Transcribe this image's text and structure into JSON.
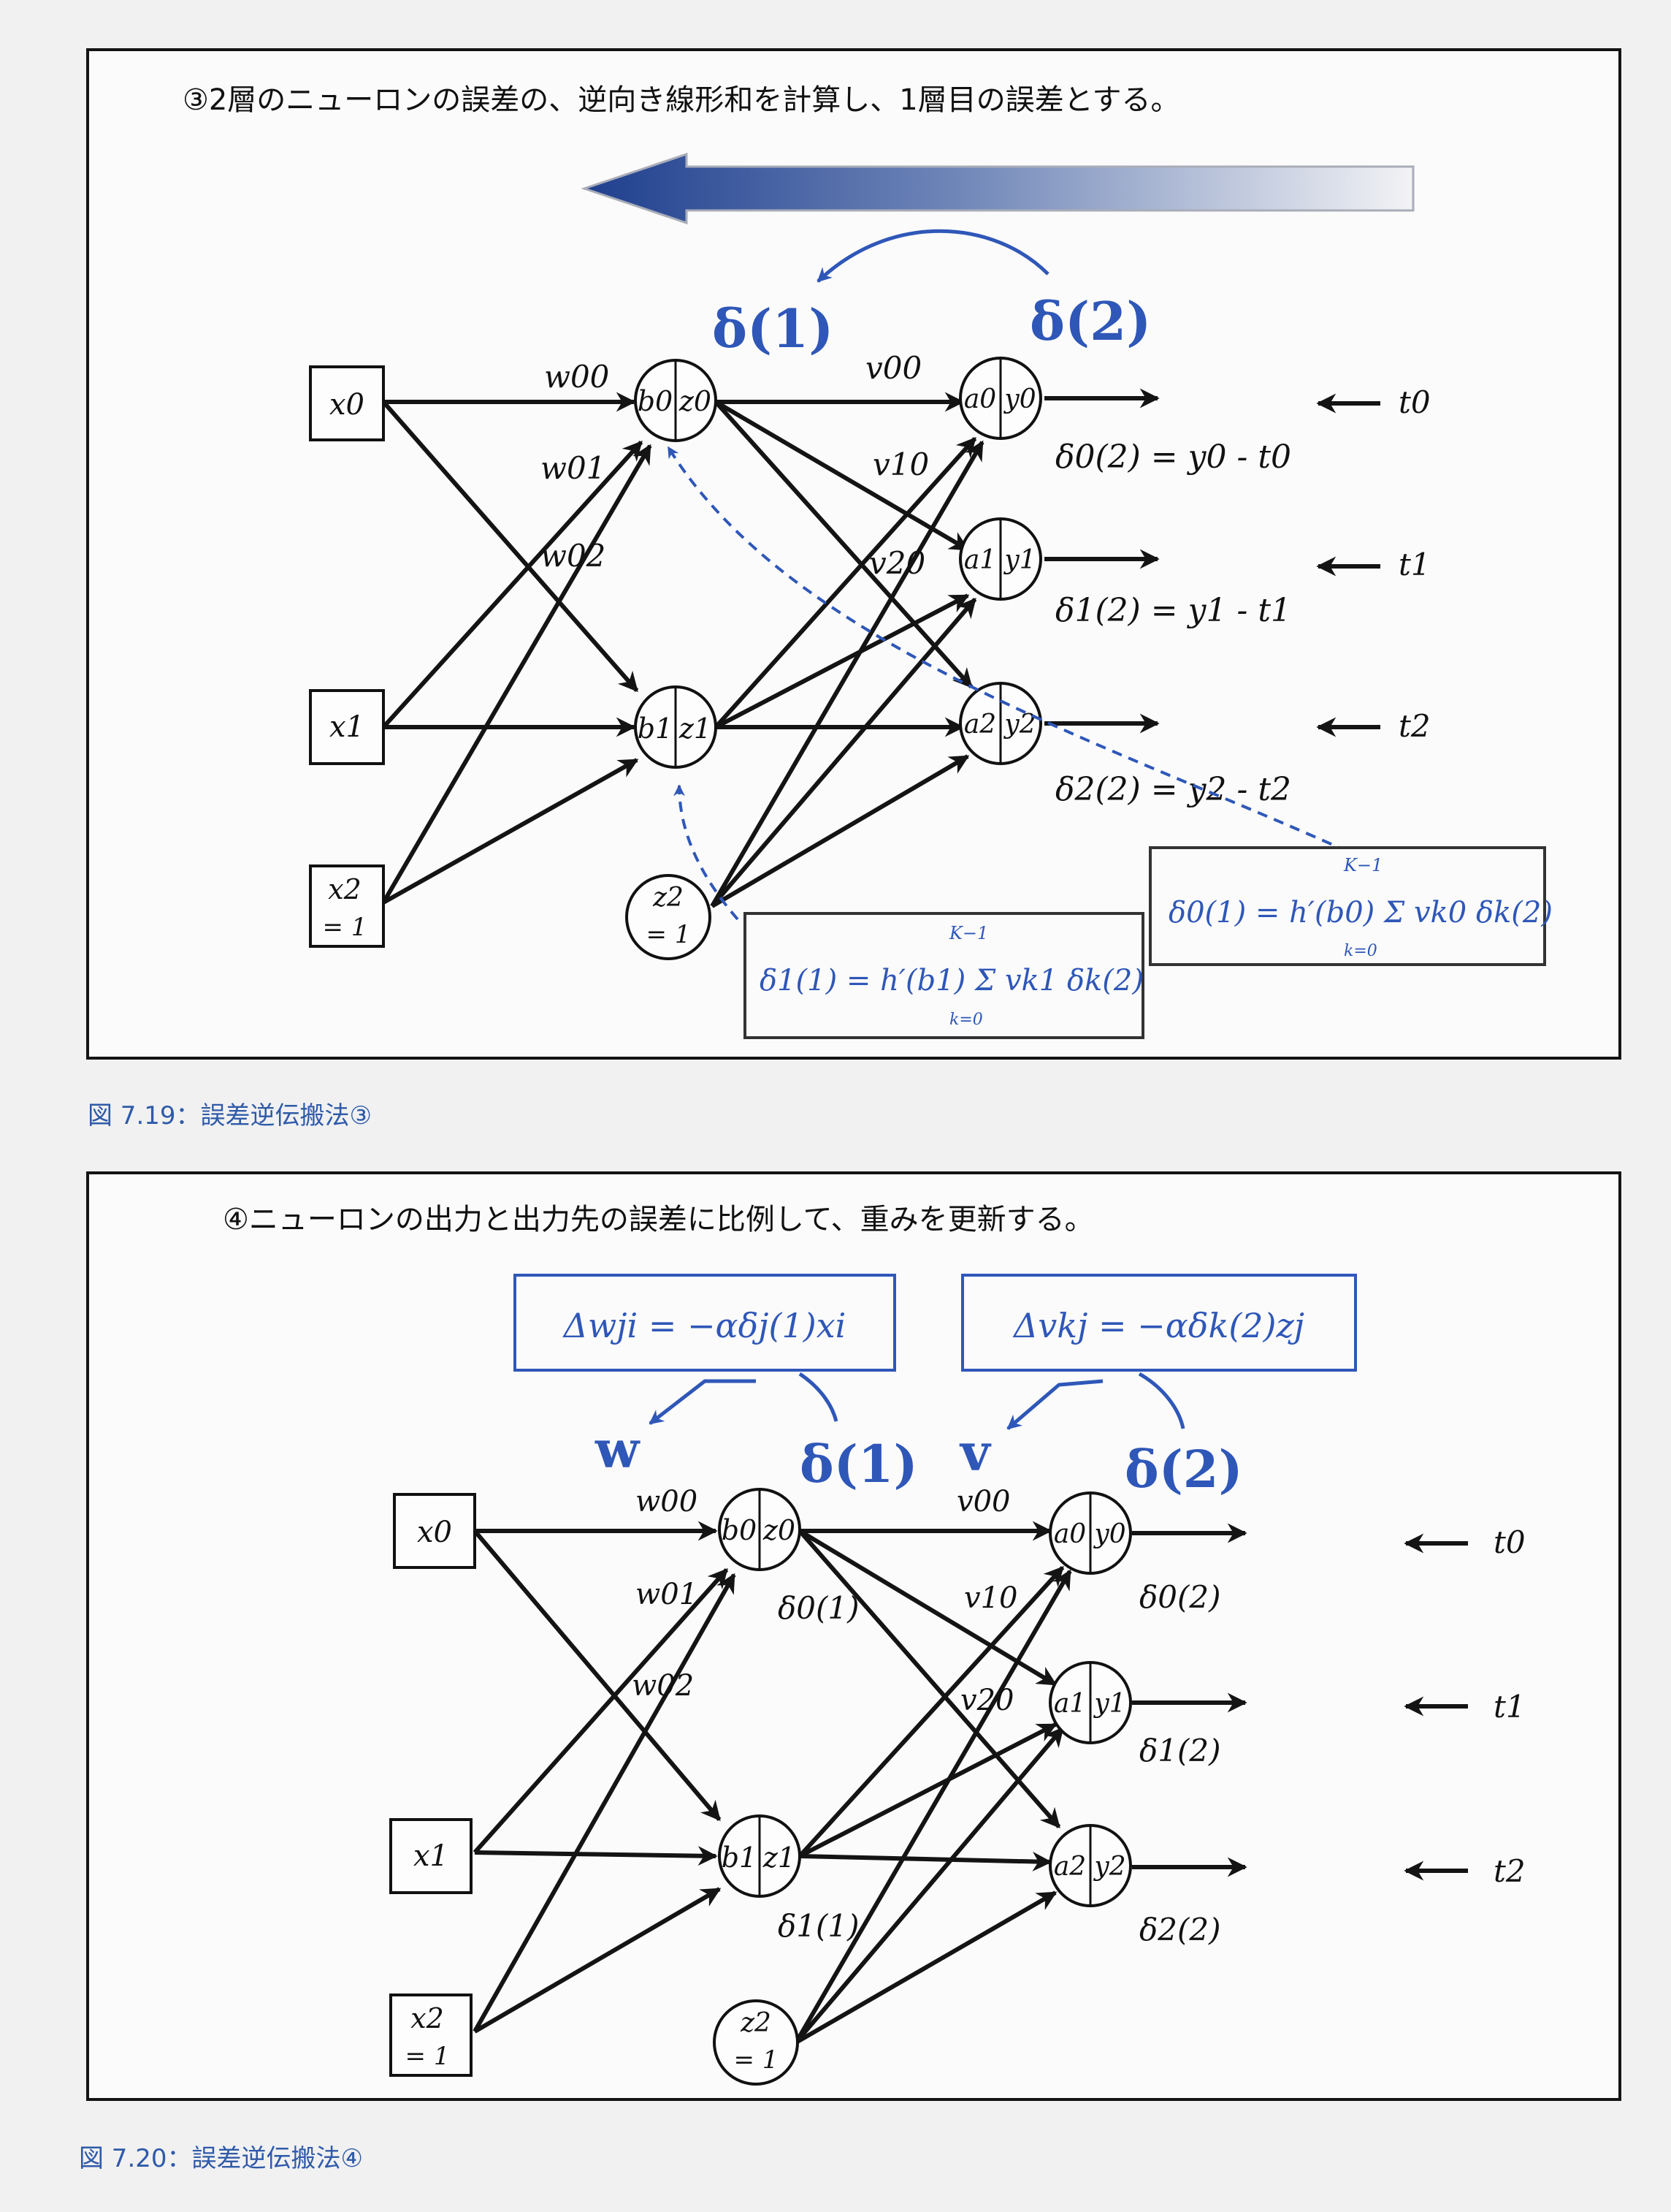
{
  "fig1": {
    "title": "③2層のニューロンの誤差の、逆向き線形和を計算し、1層目の誤差とする。",
    "caption": "図 7.19：誤差逆伝搬法③",
    "delta1": "δ(1)",
    "delta2": "δ(2)",
    "inputs": [
      "x0",
      "x1",
      "x2",
      "= 1"
    ],
    "hidden": [
      [
        "b0",
        "z0"
      ],
      [
        "b1",
        "z1"
      ]
    ],
    "bias_hidden": [
      "z2",
      "= 1"
    ],
    "outputs": [
      [
        "a0",
        "y0"
      ],
      [
        "a1",
        "y1"
      ],
      [
        "a2",
        "y2"
      ]
    ],
    "weights_w": [
      "w00",
      "w01",
      "w02"
    ],
    "weights_v": [
      "v00",
      "v10",
      "v20"
    ],
    "targets": [
      "t0",
      "t1",
      "t2"
    ],
    "errors": [
      "δ0(2) = y0 - t0",
      "δ1(2) = y1 - t1",
      "δ2(2) = y2 - t2"
    ],
    "formula0": "δ0(1) = h′(b0) Σ vk0 δk(2)",
    "formula1": "δ1(1) = h′(b1) Σ vk1 δk(2)",
    "sum_top": "K−1",
    "sum_bottom": "k=0"
  },
  "fig2": {
    "title": "④ニューロンの出力と出力先の誤差に比例して、重みを更新する。",
    "caption": "図 7.20：誤差逆伝搬法④",
    "update_w": "Δwji = −αδj(1)xi",
    "update_v": "Δvkj = −αδk(2)zj",
    "w_label": "w",
    "v_label": "v",
    "delta1": "δ(1)",
    "delta2": "δ(2)",
    "hidden_deltas": [
      "δ0(1)",
      "δ1(1)"
    ],
    "output_deltas": [
      "δ0(2)",
      "δ1(2)",
      "δ2(2)"
    ]
  },
  "colors": {
    "accent": "#2f57b8",
    "ink": "#111111",
    "caption": "#2f5aa8"
  }
}
